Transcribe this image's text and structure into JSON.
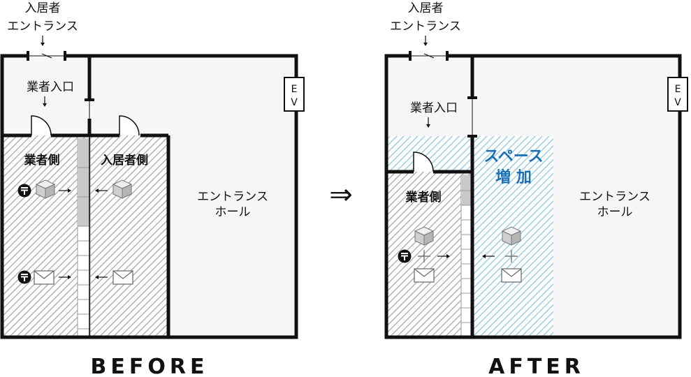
{
  "before": {
    "resident_entrance": [
      "入居者",
      "エントランス"
    ],
    "vendor_entrance": "業者入口",
    "ev": [
      "E",
      "V"
    ],
    "vendor_side": "業者側",
    "resident_side": "入居者側",
    "entrance_hall": [
      "エントランス",
      "ホール"
    ],
    "caption": "BEFORE"
  },
  "after": {
    "resident_entrance": [
      "入居者",
      "エントランス"
    ],
    "vendor_entrance": "業者入口",
    "ev": [
      "E",
      "V"
    ],
    "vendor_side": "業者側",
    "space_increase": [
      "スペース",
      "増 加"
    ],
    "entrance_hall": [
      "エントランス",
      "ホール"
    ],
    "caption": "AFTER"
  },
  "transition_arrow": "⇒",
  "colors": {
    "wall": "#111111",
    "hatch_gray": "#a8a8a8",
    "hatch_blue": "#8ec9de",
    "accent_blue": "#1b6fb8"
  }
}
